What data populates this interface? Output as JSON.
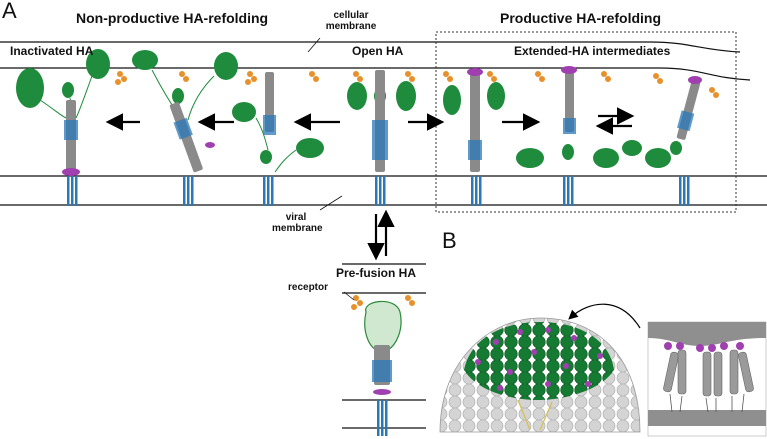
{
  "panel_a": "A",
  "panel_b": "B",
  "headings": {
    "non_productive": "Non-productive HA-refolding",
    "productive": "Productive HA-refolding"
  },
  "labels": {
    "cellular_membrane": "cellular membrane",
    "viral_membrane": "viral membrane",
    "inactivated": "Inactivated HA",
    "open": "Open HA",
    "extended": "Extended-HA intermediates",
    "prefusion": "Pre-fusion HA",
    "receptor": "receptor"
  },
  "colors": {
    "head_domain": "#1e8c3c",
    "receptor": "#e8902a",
    "fusion_peptide": "#a040b0",
    "tm_anchor": "#2a78b8",
    "helix_gray": "#8a8a8a",
    "membrane": "#111111",
    "virion_sphere": "#d8d8d8"
  }
}
